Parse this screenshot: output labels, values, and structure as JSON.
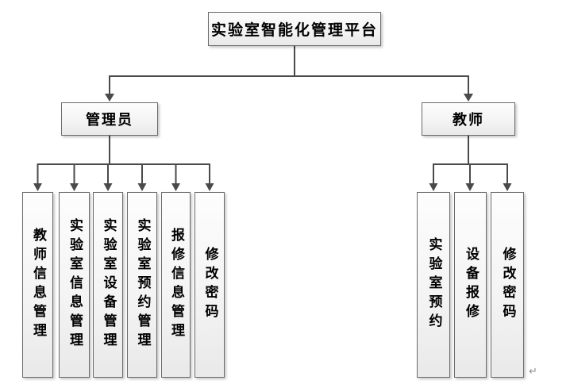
{
  "diagram": {
    "root": {
      "label": "实验室智能化管理平台"
    },
    "branches": [
      {
        "label": "管理员",
        "children": [
          "教师信息管理",
          "实验室信息管理",
          "实验室设备管理",
          "实验室预约管理",
          "报修信息管理",
          "修改密码"
        ]
      },
      {
        "label": "教师",
        "children": [
          "实验室预约",
          "设备报修",
          "修改密码"
        ]
      }
    ],
    "paragraph_mark": "↵",
    "colors": {
      "line": "#4a4a4a",
      "box_border": "#6b6b6b",
      "box_fill_top": "#fdfdfd",
      "box_fill_bottom": "#e9e9e9",
      "text": "#000000",
      "background": "#ffffff"
    }
  }
}
